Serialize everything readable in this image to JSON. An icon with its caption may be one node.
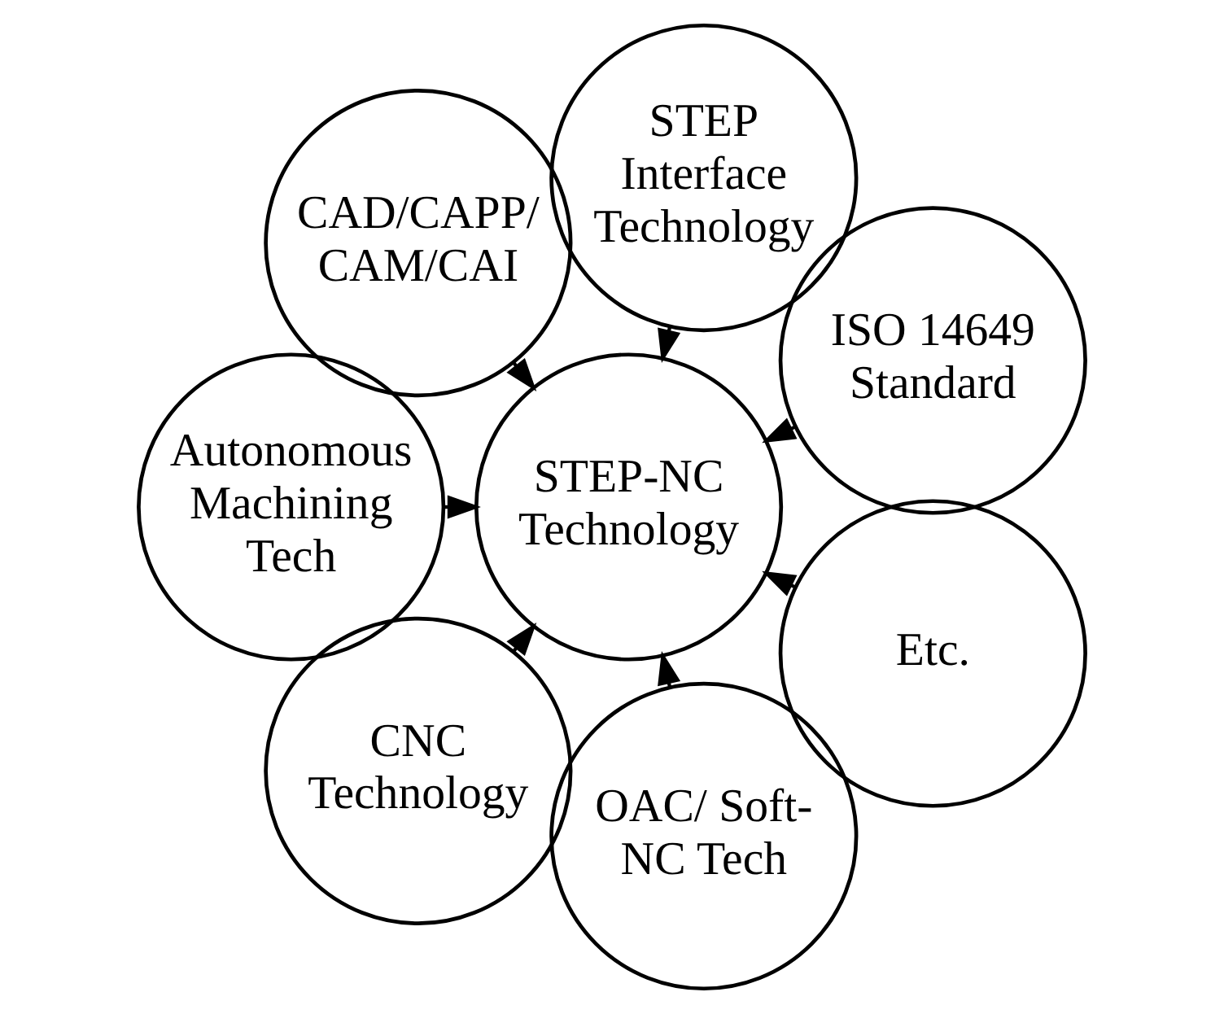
{
  "diagram": {
    "nodes": [
      {
        "text": [
          "ISO 14649 Standard"
        ]
      },
      {
        "text": [
          "STEP Interface Technology"
        ]
      },
      {
        "text": [
          "CAD/CAPP/ CAM/CAI"
        ]
      },
      {
        "text": [
          "STEP-NC Technology"
        ]
      },
      {
        "text": [
          "Autonomous Machining Tech"
        ]
      },
      {
        "text": [
          "CNC Technology"
        ]
      },
      {
        "text": [
          "OAC/ Soft-NC Tech"
        ]
      },
      {
        "text": [
          "Etc."
        ]
      }
    ],
    "edges": [
      {
        "from": 0,
        "to": 3,
        "arrow": "to"
      },
      {
        "from": 1,
        "to": 3,
        "arrow": "to"
      },
      {
        "from": 4,
        "to": 3,
        "arrow": "to"
      },
      {
        "from": 6,
        "to": 3,
        "arrow": "to"
      },
      {
        "from": 7,
        "to": 3,
        "arrow": "to"
      },
      {
        "from": 5,
        "to": 3,
        "arrow": "to"
      },
      {
        "from": 2,
        "to": 3,
        "arrow": "to"
      }
    ]
  }
}
